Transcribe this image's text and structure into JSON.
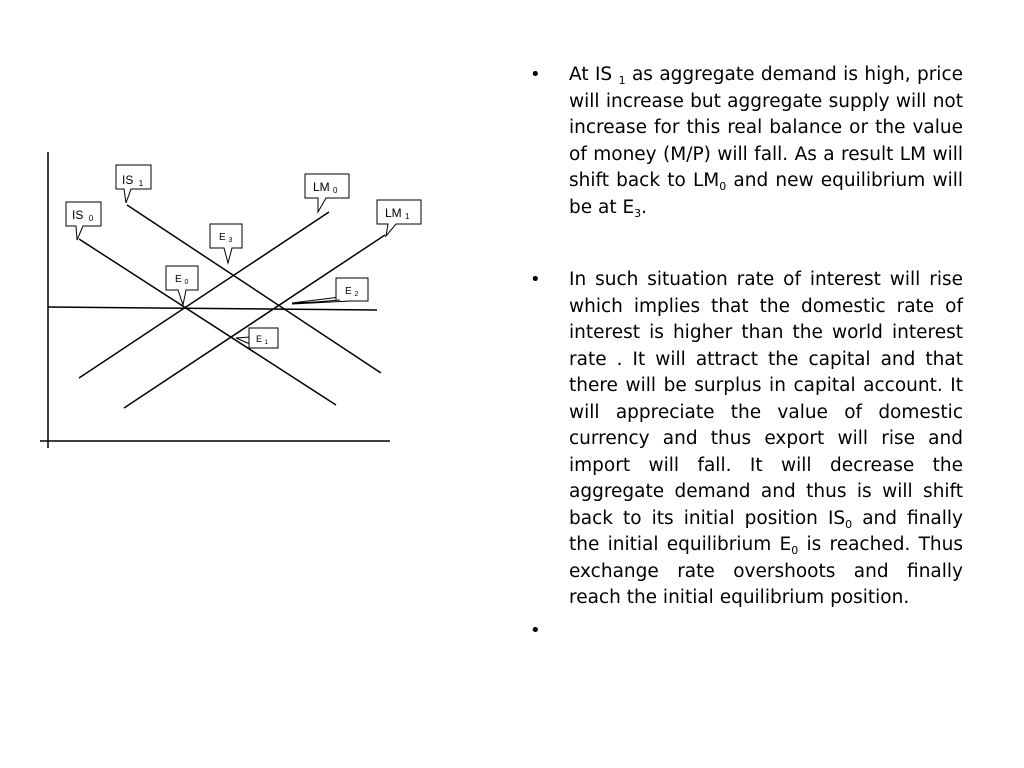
{
  "diagram": {
    "labels": {
      "is1": {
        "main": "IS",
        "sub": "1"
      },
      "is0": {
        "main": "IS",
        "sub": "0"
      },
      "lm0": {
        "main": "LM",
        "sub": "0"
      },
      "lm1": {
        "main": "LM",
        "sub": "1"
      },
      "e0": {
        "main": "E",
        "sub": "0"
      },
      "e1": {
        "main": "E",
        "sub": "1"
      },
      "e2": {
        "main": "E",
        "sub": "2"
      },
      "e3": {
        "main": "E",
        "sub": "3"
      }
    }
  },
  "bullets": {
    "b1": {
      "text_a": "At IS ",
      "sub_a": "1",
      "text_b": " as aggregate demand is high, price will increase but aggregate supply will not increase for this real balance or the value of money  (M/P) will fall. As a result LM will shift back to  LM",
      "sub_b": "0",
      "text_c": "  and new equilibrium will be at E",
      "sub_c": "3",
      "text_d": "."
    },
    "b2": {
      "text_a": "In such situation rate of interest will rise which implies that the domestic rate of interest is higher than the world interest rate . It will attract the capital and that there will be surplus in capital account. It will appreciate the value of domestic currency and thus export will rise and import will fall. It will decrease the aggregate demand and thus is will shift back to its initial position IS",
      "sub_a": "0",
      "text_b": " and finally the initial equilibrium E",
      "sub_b": "0",
      "text_c": "   is reached. Thus exchange rate overshoots and finally reach the initial equilibrium position."
    },
    "dot": "•"
  }
}
